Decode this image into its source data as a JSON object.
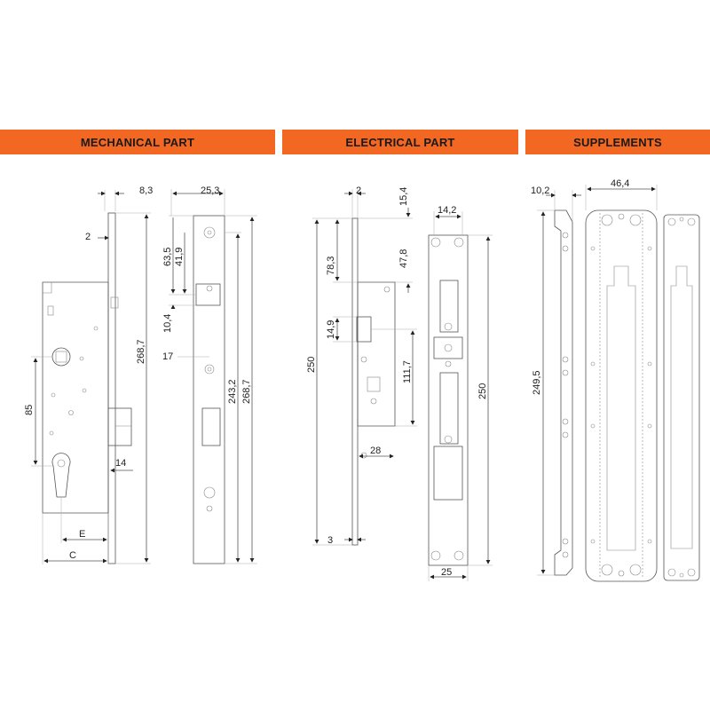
{
  "sections": {
    "mechanical": "MECHANICAL PART",
    "electrical": "ELECTRICAL PART",
    "supplements": "SUPPLEMENTS"
  },
  "colors": {
    "accent": "#f26722",
    "line": "#555555"
  },
  "dimensions": {
    "mech_8_3": "8,3",
    "mech_25_3": "25,3",
    "mech_2": "2",
    "mech_63_5": "63,5",
    "mech_41_9": "41,9",
    "mech_10_4": "10,4",
    "mech_17": "17",
    "mech_85": "85",
    "mech_14": "14",
    "mech_268_7_a": "268,7",
    "mech_243_2": "243,2",
    "mech_268_7_b": "268,7",
    "mech_E": "E",
    "mech_C": "C",
    "elec_2": "2",
    "elec_15_4": "15,4",
    "elec_14_2": "14,2",
    "elec_78_3": "78,3",
    "elec_47_8": "47,8",
    "elec_14_9": "14,9",
    "elec_250_a": "250",
    "elec_111_7": "111,7",
    "elec_250_b": "250",
    "elec_28": "28",
    "elec_3": "3",
    "elec_25": "25",
    "sup_10_2": "10,2",
    "sup_46_4": "46,4",
    "sup_249_5": "249,5"
  }
}
